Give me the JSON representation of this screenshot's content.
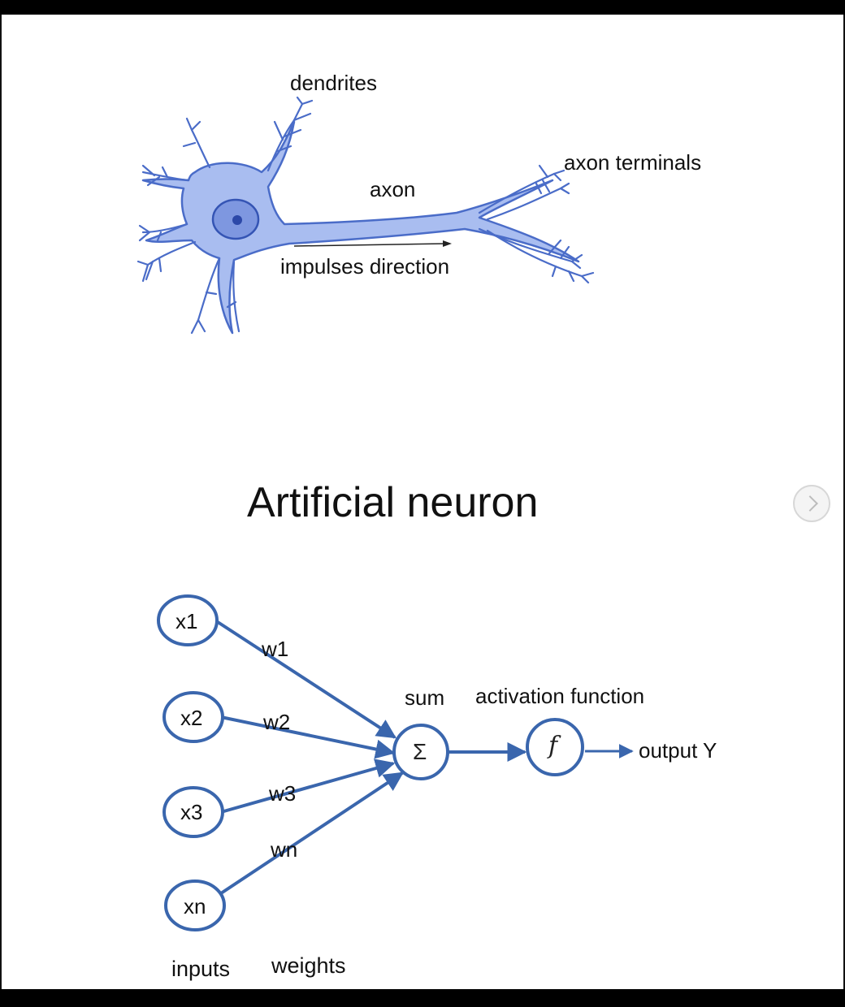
{
  "biological": {
    "dendrites": "dendrites",
    "axon": "axon",
    "axon_terminals": "axon terminals",
    "impulses_direction": "impulses direction"
  },
  "artificial": {
    "title": "Artificial neuron",
    "inputs": [
      "x1",
      "x2",
      "x3",
      "xn"
    ],
    "weights": [
      "w1",
      "w2",
      "w3",
      "wn"
    ],
    "sum_label": "sum",
    "sum_symbol": "Σ",
    "activation_label": "activation function",
    "activation_symbol": "f",
    "output": "output Y",
    "inputs_caption": "inputs",
    "weights_caption": "weights"
  },
  "nav": {
    "next_icon": "chevron-right-icon"
  },
  "colors": {
    "neuron_fill": "#9cb3ea",
    "neuron_stroke": "#4a6cc8",
    "nucleus": "#3454b4",
    "diagram_blue": "#3a66ad"
  }
}
